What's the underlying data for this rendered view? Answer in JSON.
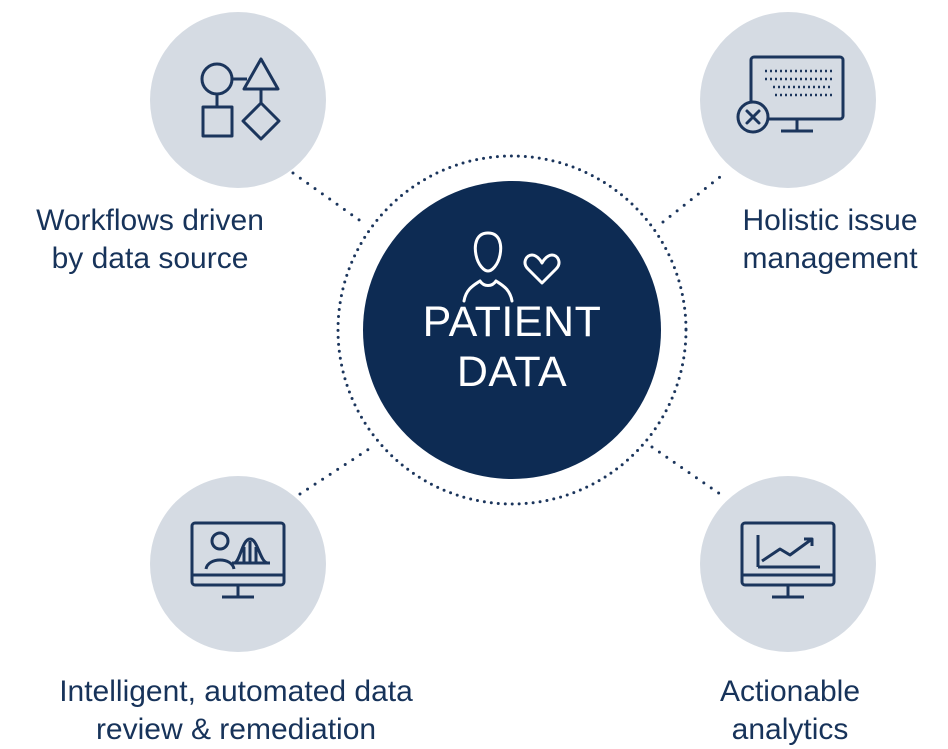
{
  "center": {
    "lines": [
      "PATIENT",
      "DATA"
    ],
    "icon": "patient-heart-icon"
  },
  "nodes": [
    {
      "id": "workflows",
      "icon": "flowchart-shapes-icon",
      "lines": [
        "Workflows driven",
        "by data source"
      ]
    },
    {
      "id": "issues",
      "icon": "monitor-error-icon",
      "lines": [
        "Holistic issue",
        "management"
      ]
    },
    {
      "id": "review",
      "icon": "monitor-patient-chart-icon",
      "lines": [
        "Intelligent, automated data",
        "review & remediation"
      ]
    },
    {
      "id": "analytics",
      "icon": "monitor-trend-chart-icon",
      "lines": [
        "Actionable",
        "analytics"
      ]
    }
  ],
  "colors": {
    "navy": "#0d2b53",
    "satellite_fill": "#d5dbe3",
    "icon_stroke": "#1b355c",
    "text": "#17335a"
  }
}
